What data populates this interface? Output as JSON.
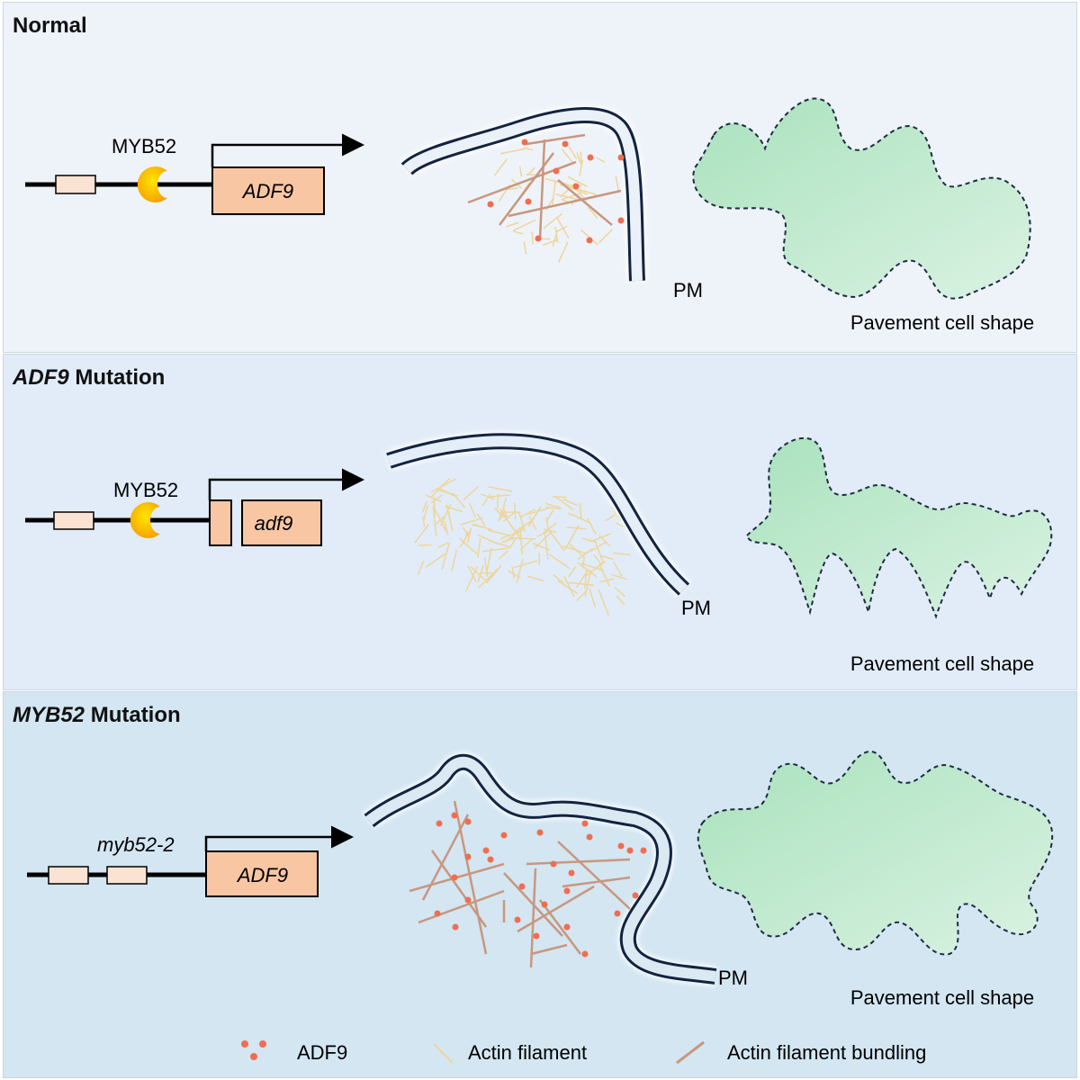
{
  "panels": [
    {
      "title_italic": "",
      "title_rest": "Normal"
    },
    {
      "title_italic": "ADF9",
      "title_rest": " Mutation"
    },
    {
      "title_italic": "MYB52",
      "title_rest": " Mutation"
    }
  ],
  "labels": {
    "myb52": "MYB52",
    "myb52_mut": "myb52-2",
    "adf9_gene": "ADF9",
    "adf9_mut_gene": "adf9",
    "pm": "PM",
    "cell_shape": "Pavement cell shape"
  },
  "legend": {
    "adf9": "ADF9",
    "actin": "Actin filament",
    "bundling": "Actin filament bundling"
  },
  "colors": {
    "gene_box": "#f8c6a3",
    "promoter_box": "#fbe3d3",
    "membrane": "#13233f",
    "adf9_dot": "#ef6e50",
    "actin": "#eed59b",
    "bundle": "#c8977f",
    "cell_fill": "#bfe8cc",
    "myb52": "#ffcc00"
  }
}
